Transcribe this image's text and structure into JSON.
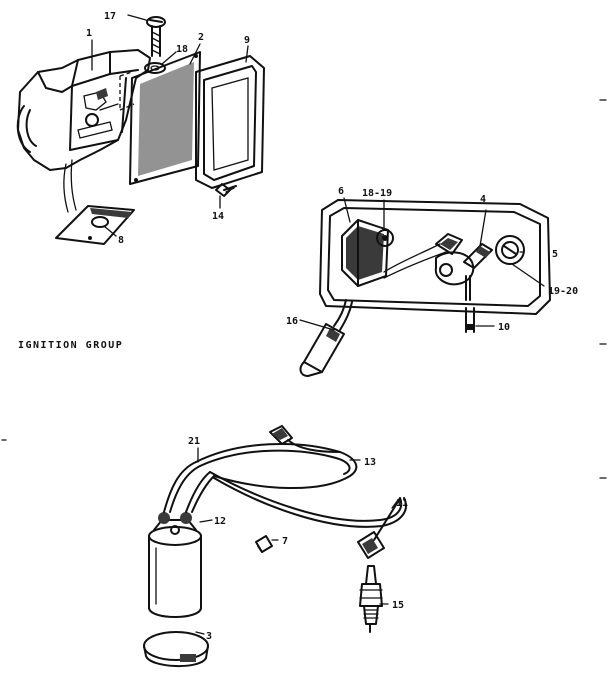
{
  "diagram": {
    "title": "IGNITION GROUP",
    "callouts": {
      "c17": "17",
      "c1": "1",
      "c18": "18",
      "c2": "2",
      "c9": "9",
      "c14": "14",
      "c8": "8",
      "c6": "6",
      "c18_19": "18-19",
      "c4": "4",
      "c5": "5",
      "c19_20": "19-20",
      "c16": "16",
      "c10": "10",
      "c21": "21",
      "c13": "13",
      "c11": "11",
      "c12": "12",
      "c7": "7",
      "c15": "15",
      "c3": "3"
    }
  }
}
